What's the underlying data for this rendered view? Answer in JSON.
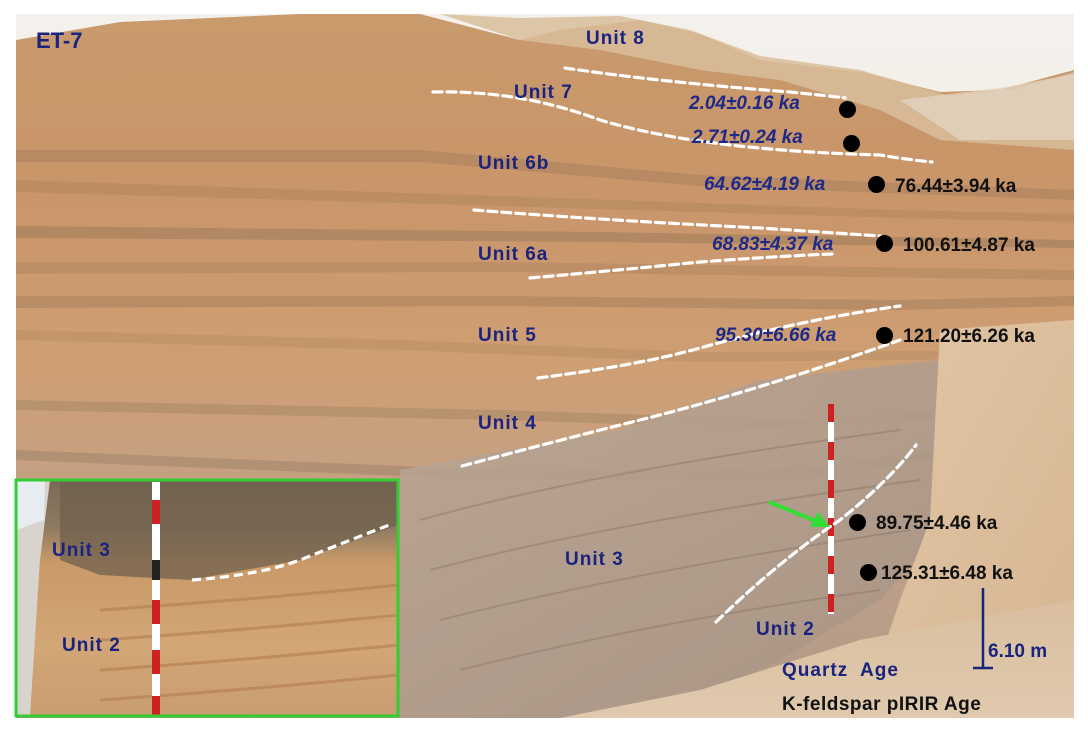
{
  "site_label": "ET-7",
  "units": {
    "u8": "Unit 8",
    "u7": "Unit 7",
    "u6b": "Unit 6b",
    "u6a": "Unit 6a",
    "u5": "Unit 5",
    "u4": "Unit 4",
    "u3": "Unit 3",
    "u2": "Unit 2"
  },
  "quartz_ages": {
    "a1": "2.04±0.16 ka",
    "a2": "2.71±0.24 ka",
    "a3": "64.62±4.19 ka",
    "a4": "68.83±4.37 ka",
    "a5": "95.30±6.66 ka"
  },
  "kfeldspar_ages": {
    "b1": "76.44±3.94 ka",
    "b2": "100.61±4.87 ka",
    "b3": "121.20±6.26 ka",
    "b4": "89.75±4.46 ka",
    "b5": "125.31±6.48 ka"
  },
  "inset": {
    "unit3": "Unit 3",
    "unit2": "Unit 2"
  },
  "legend": {
    "quartz": "Quartz  Age",
    "kfeldspar": "K-feldspar pIRIR Age"
  },
  "scale_bar": "6.10 m",
  "colors": {
    "label_blue": "#1a237e",
    "boundary_line": "#ffffff",
    "inset_border": "#33cc33",
    "arrow": "#33dd33"
  }
}
